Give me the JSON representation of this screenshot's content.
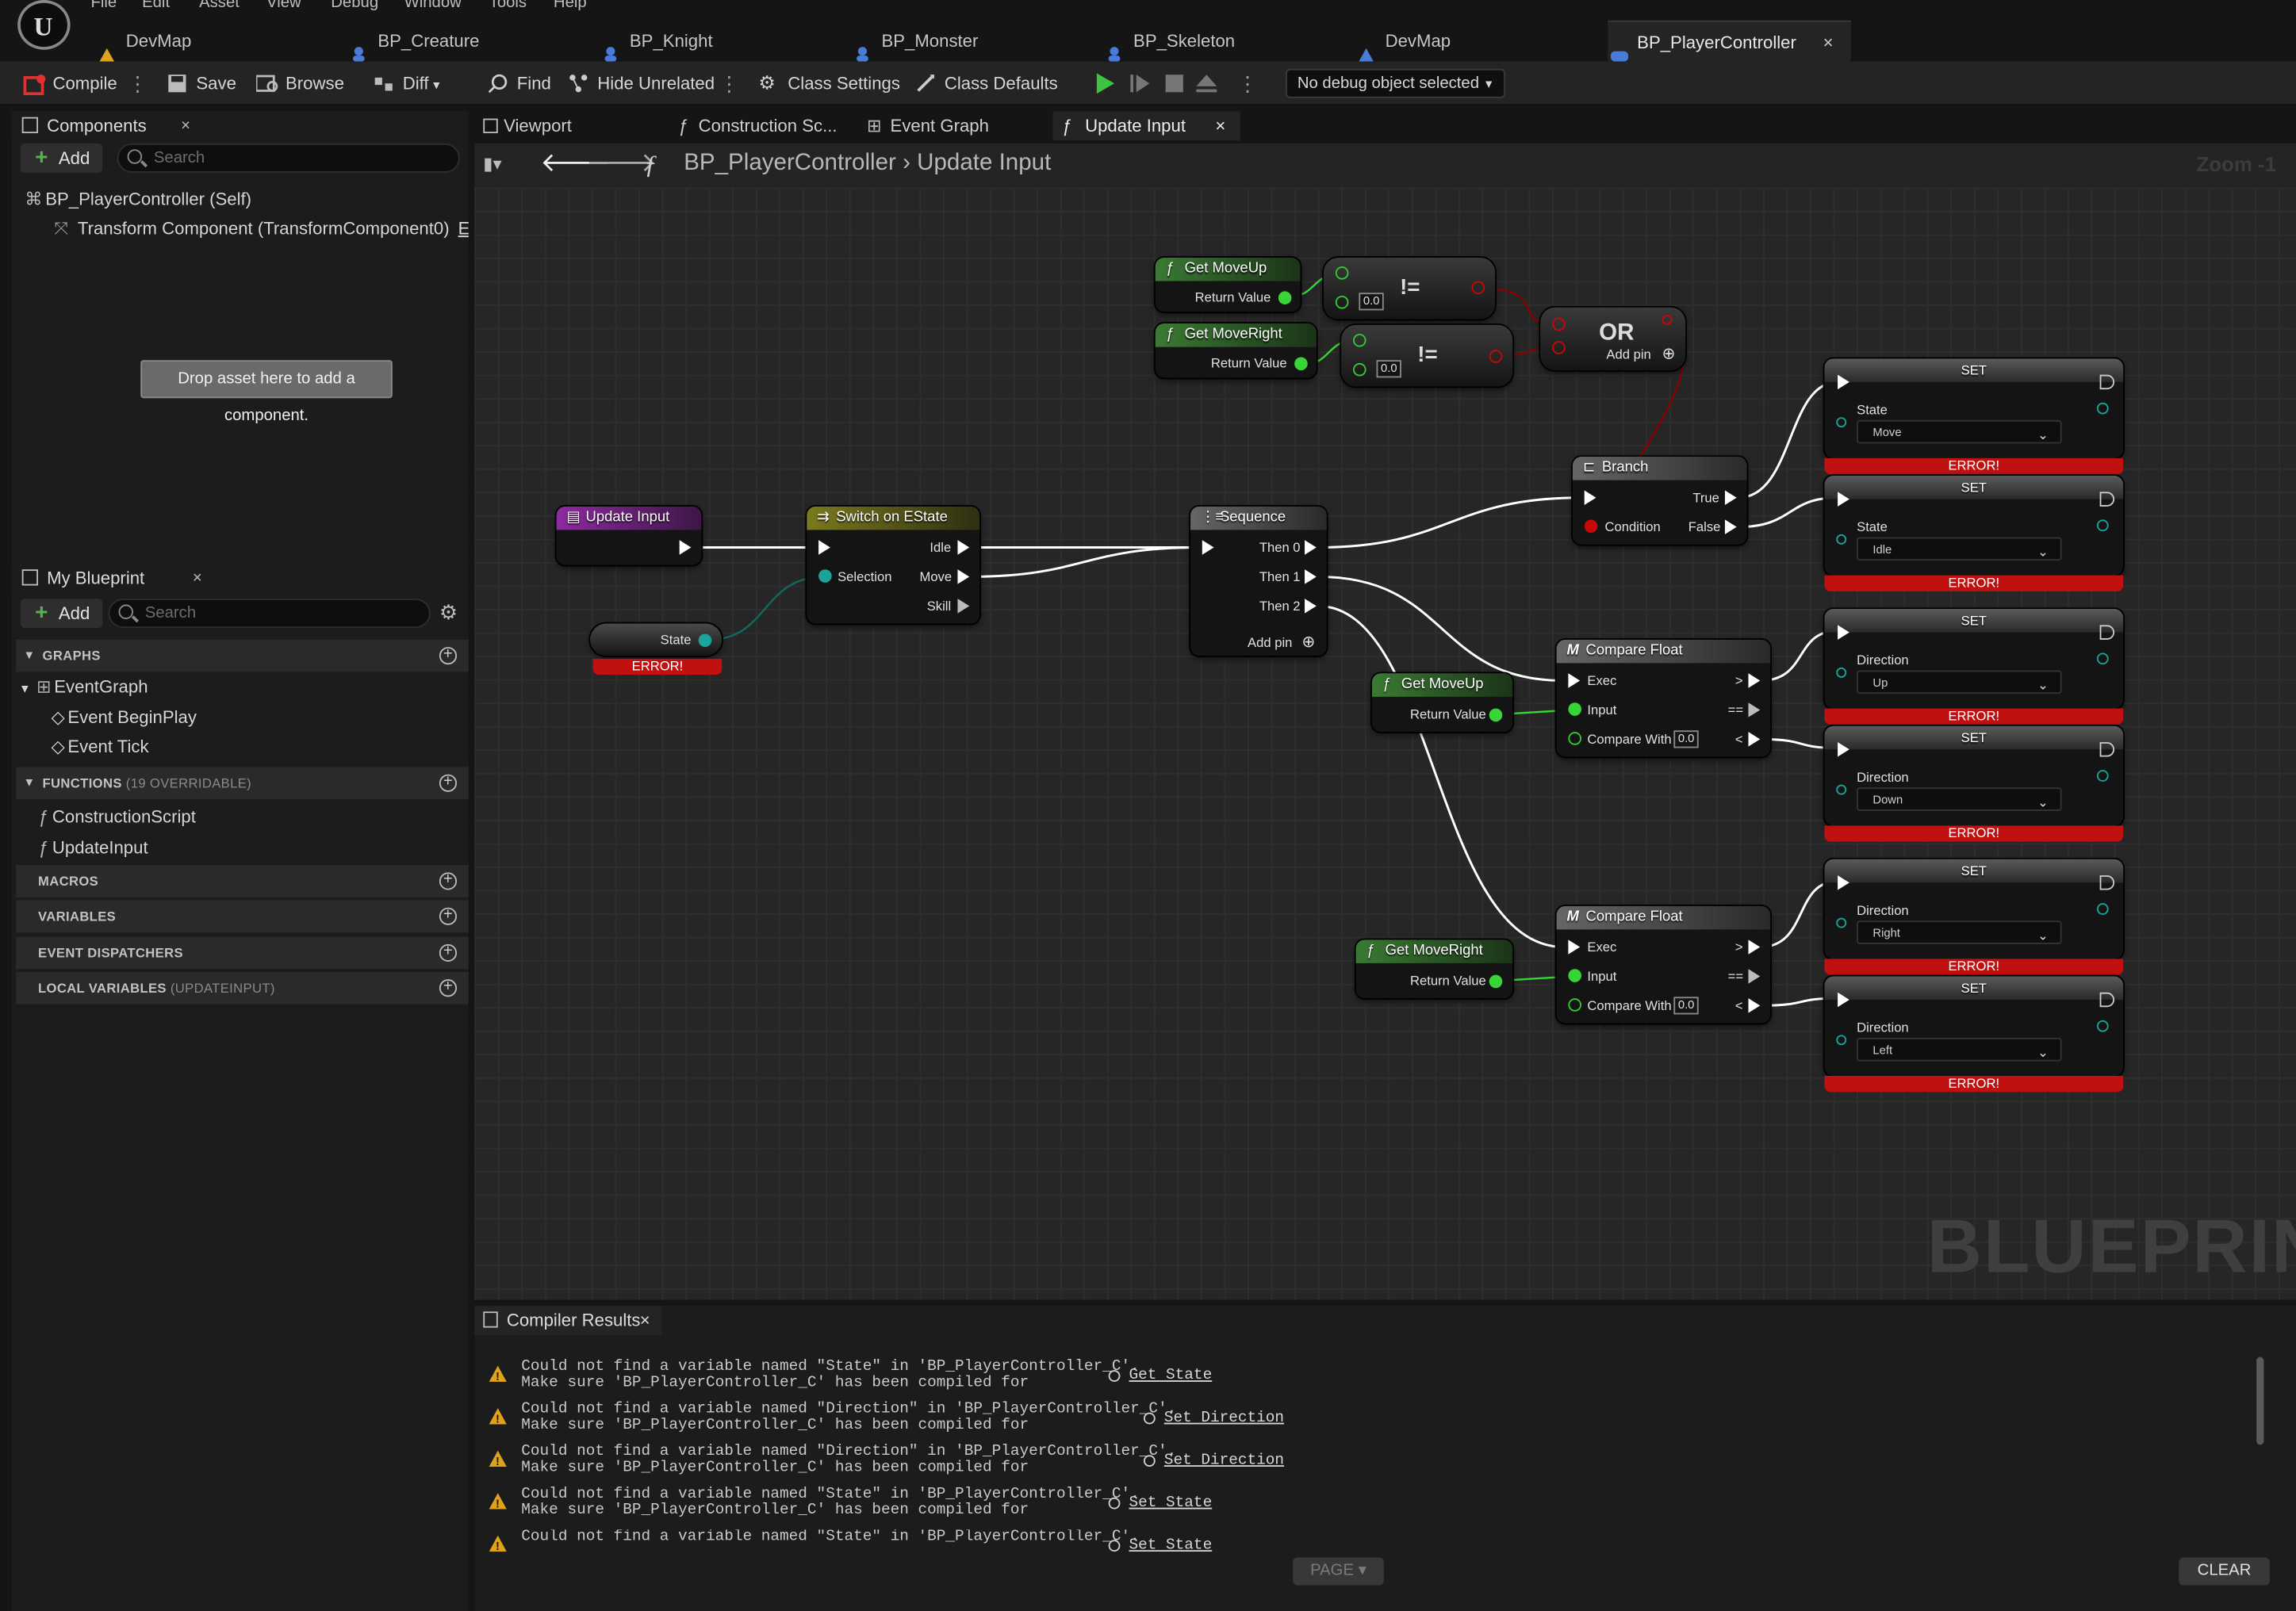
{
  "menu": [
    "File",
    "Edit",
    "Asset",
    "View",
    "Debug",
    "Window",
    "Tools",
    "Help"
  ],
  "doc_tabs": [
    {
      "label": "DevMap",
      "icon": "map-icon"
    },
    {
      "label": "BP_Creature",
      "icon": "pawn-icon"
    },
    {
      "label": "BP_Knight",
      "icon": "pawn-icon"
    },
    {
      "label": "BP_Monster",
      "icon": "pawn-icon"
    },
    {
      "label": "BP_Skeleton",
      "icon": "pawn-icon"
    },
    {
      "label": "DevMap",
      "icon": "map-icon"
    },
    {
      "label": "BP_PlayerController",
      "icon": "controller-icon",
      "close": "×"
    }
  ],
  "toolbar": {
    "compile": "Compile",
    "save": "Save",
    "browse": "Browse",
    "diff": "Diff",
    "find": "Find",
    "hide_unrelated": "Hide Unrelated",
    "class_settings": "Class Settings",
    "class_defaults": "Class Defaults",
    "debug_object": "No debug object selected"
  },
  "components": {
    "title": "Components",
    "close": "×",
    "add": "Add",
    "search_placeholder": "Search",
    "root": "BP_PlayerController (Self)",
    "child": "Transform Component (TransformComponent0)",
    "edit": "Edit i",
    "drop_hint": "Drop asset here to add a component."
  },
  "my_blueprint": {
    "title": "My Blueprint",
    "close": "×",
    "add": "Add",
    "search_placeholder": "Search",
    "graphs": "GRAPHS",
    "event_graph": "EventGraph",
    "event_beginplay": "Event BeginPlay",
    "event_tick": "Event Tick",
    "functions": "FUNCTIONS",
    "functions_sub": "(19 OVERRIDABLE)",
    "fn_construction": "ConstructionScript",
    "fn_update": "UpdateInput",
    "macros": "MACROS",
    "variables": "VARIABLES",
    "dispatchers": "EVENT DISPATCHERS",
    "local_vars": "LOCAL VARIABLES",
    "local_vars_sub": "(UPDATEINPUT)"
  },
  "graph_tabs": [
    {
      "label": "Viewport"
    },
    {
      "label": "Construction Sc..."
    },
    {
      "label": "Event Graph"
    },
    {
      "label": "Update Input",
      "close": "×"
    }
  ],
  "breadcrumb": {
    "root": "BP_PlayerController",
    "sep": "›",
    "current": "Update Input",
    "zoom": "Zoom -1"
  },
  "watermark": "BLUEPRINT",
  "nodes": {
    "update_input": "Update Input",
    "state_get": "State",
    "error": "ERROR!",
    "switch": "Switch on EState",
    "switch_pins": [
      "Selection",
      "Idle",
      "Move",
      "Skill"
    ],
    "sequence": "Sequence",
    "seq_pins": [
      "Then 0",
      "Then 1",
      "Then 2",
      "Add pin"
    ],
    "get_moveup": "Get MoveUp",
    "get_moveright": "Get MoveRight",
    "return_value": "Return Value",
    "neq": "!=",
    "zero": "0.0",
    "or": "OR",
    "add_pin": "Add pin",
    "branch": "Branch",
    "true": "True",
    "false": "False",
    "condition": "Condition",
    "compare": "Compare Float",
    "exec": "Exec",
    "input": "Input",
    "compare_with": "Compare With",
    "gt": ">",
    "eq": "==",
    "lt": "<",
    "set": "SET",
    "set_nodes": [
      {
        "var": "State",
        "value": "Move"
      },
      {
        "var": "State",
        "value": "Idle"
      },
      {
        "var": "Direction",
        "value": "Up"
      },
      {
        "var": "Direction",
        "value": "Down"
      },
      {
        "var": "Direction",
        "value": "Right"
      },
      {
        "var": "Direction",
        "value": "Left"
      }
    ]
  },
  "compiler": {
    "title": "Compiler Results",
    "close": "×",
    "messages": [
      {
        "line1": "Could not find a variable named \"State\" in 'BP_PlayerController_C'.",
        "line2": "Make sure 'BP_PlayerController_C' has been compiled for",
        "link": "Get State"
      },
      {
        "line1": "Could not find a variable named \"Direction\" in 'BP_PlayerController_C'.",
        "line2": "Make sure 'BP_PlayerController_C' has been compiled for",
        "link": "Set Direction"
      },
      {
        "line1": "Could not find a variable named \"Direction\" in 'BP_PlayerController_C'.",
        "line2": "Make sure 'BP_PlayerController_C' has been compiled for",
        "link": "Set Direction"
      },
      {
        "line1": "Could not find a variable named \"State\" in 'BP_PlayerController_C'.",
        "line2": "Make sure 'BP_PlayerController_C' has been compiled for",
        "link": "Set State"
      },
      {
        "line1": "Could not find a variable named \"State\" in 'BP_PlayerController_C'.",
        "line2": "",
        "link": "Set State"
      }
    ],
    "page": "PAGE",
    "clear": "CLEAR"
  },
  "colors": {
    "error": "#c01010",
    "exec_wire": "#ffffff",
    "bool_wire": "#8c0000",
    "float_wire": "#38d438",
    "enum_wire": "#0f6b60",
    "function_header": "#2f5f28",
    "event_header": "#7b1f86",
    "macro_header": "#6f6f2a"
  }
}
